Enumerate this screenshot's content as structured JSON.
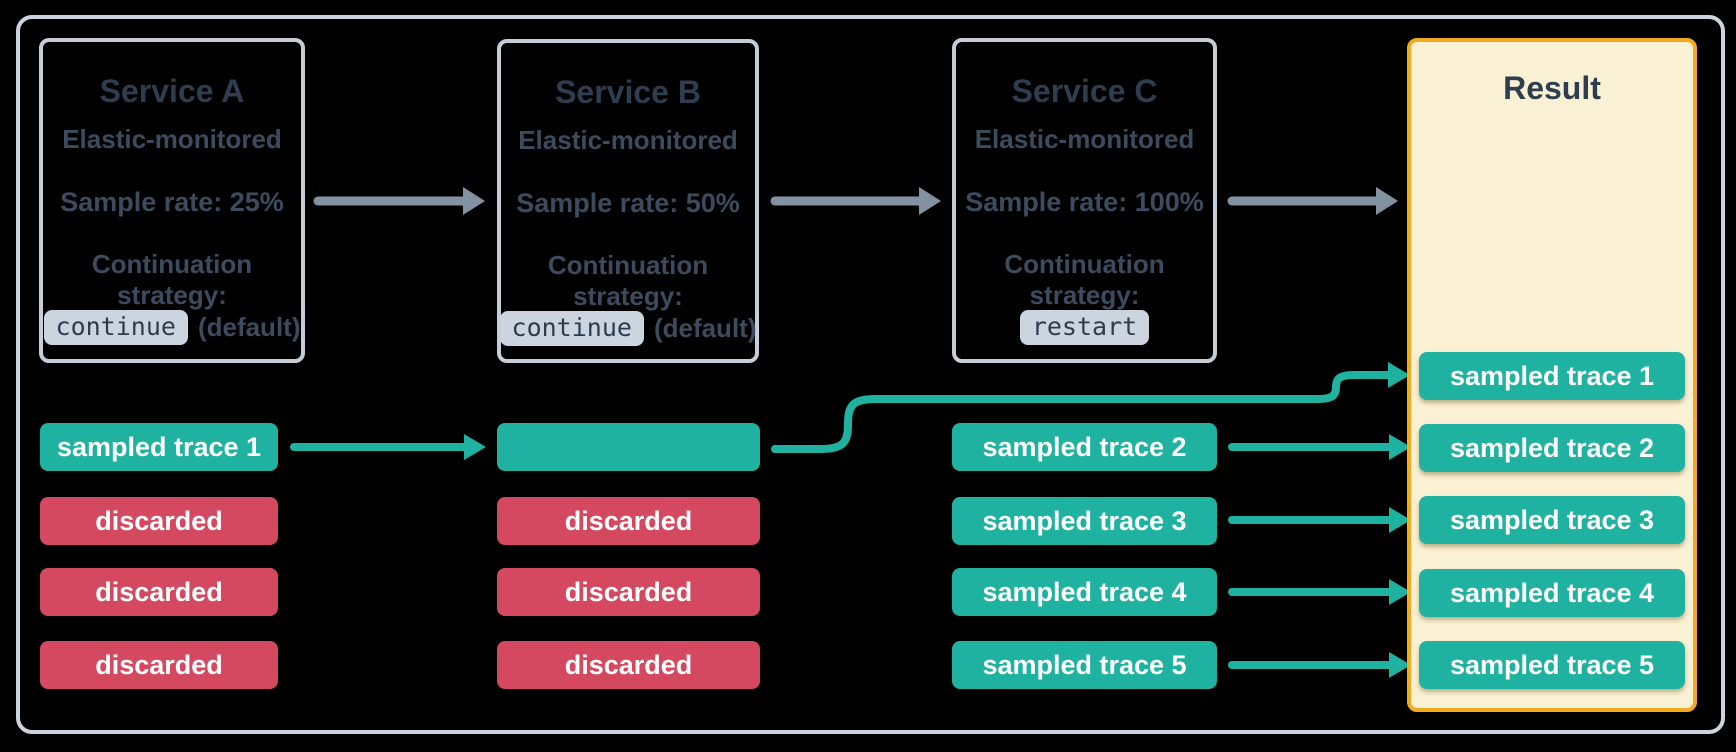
{
  "services": [
    {
      "title": "Service A",
      "subtitle": "Elastic-monitored",
      "sample_rate": "Sample rate: 25%",
      "strategy_lines": [
        "Continuation",
        "strategy:"
      ],
      "strategy_value": "continue",
      "strategy_suffix": "(default)"
    },
    {
      "title": "Service B",
      "subtitle": "Elastic-monitored",
      "sample_rate": "Sample rate: 50%",
      "strategy_lines": [
        "Continuation",
        "strategy:"
      ],
      "strategy_value": "continue",
      "strategy_suffix": "(default)"
    },
    {
      "title": "Service C",
      "subtitle": "Elastic-monitored",
      "sample_rate": "Sample rate: 100%",
      "strategy_lines": [
        "Continuation",
        "strategy:"
      ],
      "strategy_value": "restart",
      "strategy_suffix": ""
    }
  ],
  "lanes": {
    "a": [
      {
        "label": "sampled trace 1",
        "type": "sampled"
      },
      {
        "label": "discarded",
        "type": "discarded"
      },
      {
        "label": "discarded",
        "type": "discarded"
      },
      {
        "label": "discarded",
        "type": "discarded"
      }
    ],
    "b": [
      {
        "label": "",
        "type": "sampled"
      },
      {
        "label": "discarded",
        "type": "discarded"
      },
      {
        "label": "discarded",
        "type": "discarded"
      },
      {
        "label": "discarded",
        "type": "discarded"
      }
    ],
    "c": [
      {
        "label": "sampled trace 2",
        "type": "sampled"
      },
      {
        "label": "sampled trace 3",
        "type": "sampled"
      },
      {
        "label": "sampled trace 4",
        "type": "sampled"
      },
      {
        "label": "sampled trace 5",
        "type": "sampled"
      }
    ]
  },
  "result": {
    "title": "Result",
    "chips": [
      {
        "label": "sampled trace 1"
      },
      {
        "label": "sampled trace 2"
      },
      {
        "label": "sampled trace 3"
      },
      {
        "label": "sampled trace 4"
      },
      {
        "label": "sampled trace 5"
      }
    ]
  },
  "colors": {
    "sampled_teal": "#1fb2a0",
    "discarded_red": "#d4495f",
    "arrow_gray": "#8392a3",
    "result_border_gold": "#f1aa1d",
    "result_bg_cream": "#faf0d4",
    "text_slate": "#2e3d4f",
    "box_border": "#c5ced8",
    "frame_border": "#ccd5de",
    "code_chip_bg": "#ccd5df"
  }
}
